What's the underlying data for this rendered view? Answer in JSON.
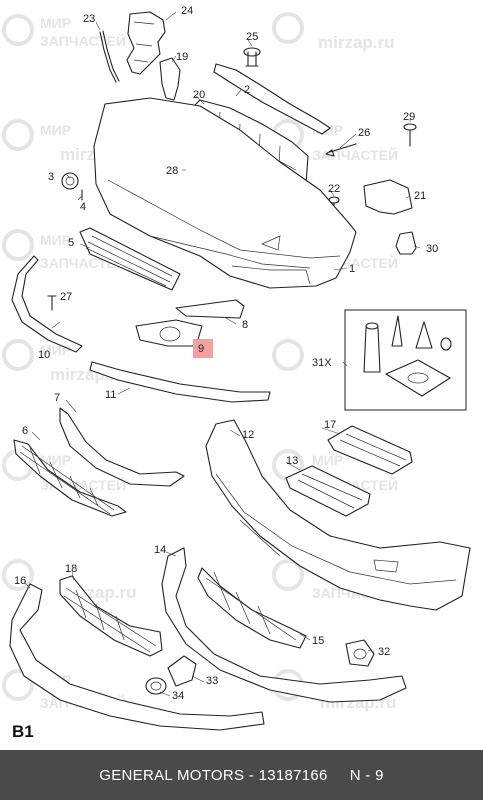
{
  "watermark": {
    "brand_line1": "МИР",
    "brand_line2": "ЗАПЧАСТЕЙ",
    "site": "mirzap.ru"
  },
  "diagram": {
    "page_label": "B1",
    "highlight_callout": "9",
    "highlight_color": "#f4a0a0",
    "callouts": [
      "1",
      "2",
      "3",
      "4",
      "5",
      "6",
      "7",
      "8",
      "9",
      "10",
      "11",
      "12",
      "13",
      "14",
      "15",
      "16",
      "17",
      "18",
      "19",
      "20",
      "21",
      "22",
      "23",
      "24",
      "25",
      "26",
      "27",
      "28",
      "29",
      "30",
      "31X",
      "32",
      "33",
      "34"
    ]
  },
  "footer": {
    "brand": "GENERAL MOTORS",
    "separator": "-",
    "part_number": "13187166",
    "position": "N - 9"
  }
}
